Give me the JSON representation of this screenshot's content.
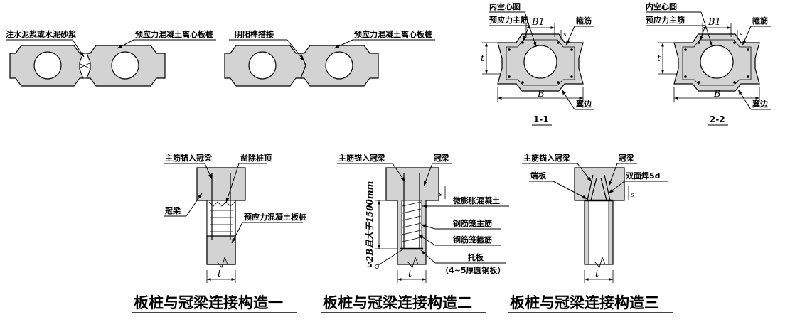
{
  "labels": {
    "grout": "注水泥浆或水泥砂浆",
    "pile1": "预应力混凝土离心板桩",
    "tenon": "阴阳榫搭接",
    "pile2": "预应力混凝土离心板桩",
    "inner_circle_1": "内空心圆",
    "main_bar_1": "预应力主筋",
    "stirrup_1": "箍筋",
    "flange_1": "翼边",
    "inner_circle_2": "内空心圆",
    "main_bar_2": "预应力主筋",
    "stirrup_2": "箍筋",
    "flange_2": "翼边",
    "d1_anchor": "主筋锚入冠梁",
    "d1_chisel": "凿除桩顶",
    "d1_beam": "冠梁",
    "d1_pile": "预应力混凝土板桩",
    "d2_anchor": "主筋锚入冠梁",
    "d2_beam": "冠梁",
    "d2_microexp": "微膨胀混凝土",
    "d2_cage_main": "钢筋笼主筋",
    "d2_cage_stirrup": "钢筋笼箍筋",
    "d2_plate": "托板",
    "d2_plate_note": "（4~5厚圆钢板）",
    "d2_depth": "2B且大于1500mm",
    "d2_five": "5",
    "d3_anchor": "主筋锚入冠梁",
    "d3_beam": "冠梁",
    "d3_endplate": "端板",
    "d3_weld": "双面焊5d"
  },
  "dims": {
    "b1": "B1",
    "t": "t",
    "b": "B",
    "s": "s"
  },
  "sections": {
    "s1": "1-1",
    "s2": "2-2"
  },
  "captions": {
    "c1": "板桩与冠梁连接构造一",
    "c2": "板桩与冠梁连接构造二",
    "c3": "板桩与冠梁连接构造三"
  }
}
